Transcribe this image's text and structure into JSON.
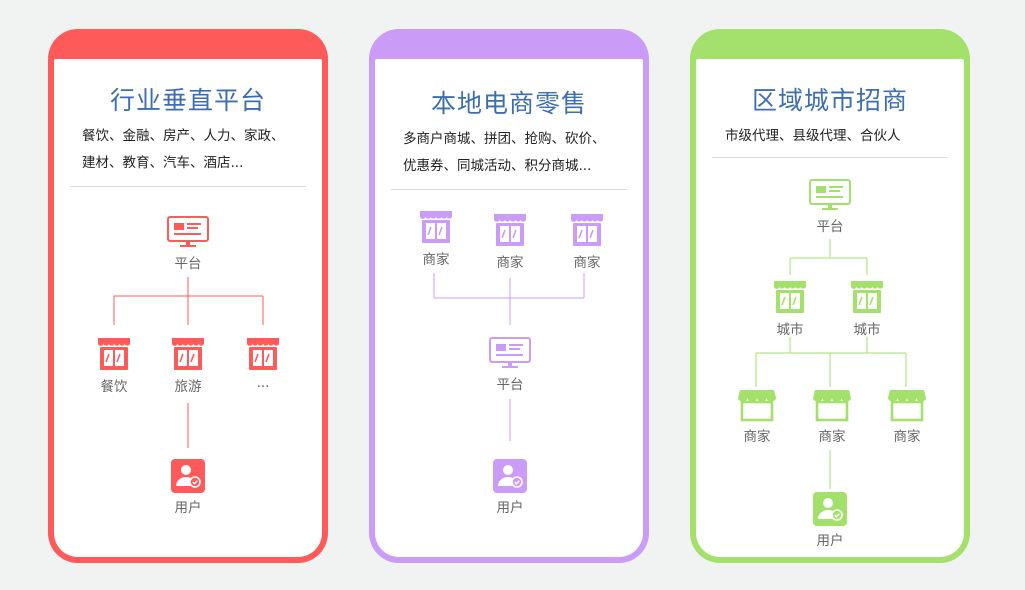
{
  "colors": {
    "red": "#ff5a5a",
    "purple": "#cb9cf7",
    "green": "#a3e06c",
    "title": "#3d6fb0"
  },
  "panels": [
    {
      "title": "行业垂直平台",
      "desc": [
        "餐饮、金融、房产、人力、家政、",
        "建材、教育、汽车、酒店..."
      ],
      "platform": "平台",
      "categories": [
        "餐饮",
        "旅游",
        "..."
      ],
      "user": "用户"
    },
    {
      "title": "本地电商零售",
      "desc": [
        "多商户商城、拼团、抢购、砍价、",
        "优惠券、同城活动、积分商城..."
      ],
      "merchants": [
        "商家",
        "商家",
        "商家"
      ],
      "platform": "平台",
      "user": "用户"
    },
    {
      "title": "区域城市招商",
      "desc": [
        "市级代理、县级代理、合伙人"
      ],
      "platform": "平台",
      "cities": [
        "城市",
        "城市"
      ],
      "merchants": [
        "商家",
        "商家",
        "商家"
      ],
      "user": "用户"
    }
  ]
}
